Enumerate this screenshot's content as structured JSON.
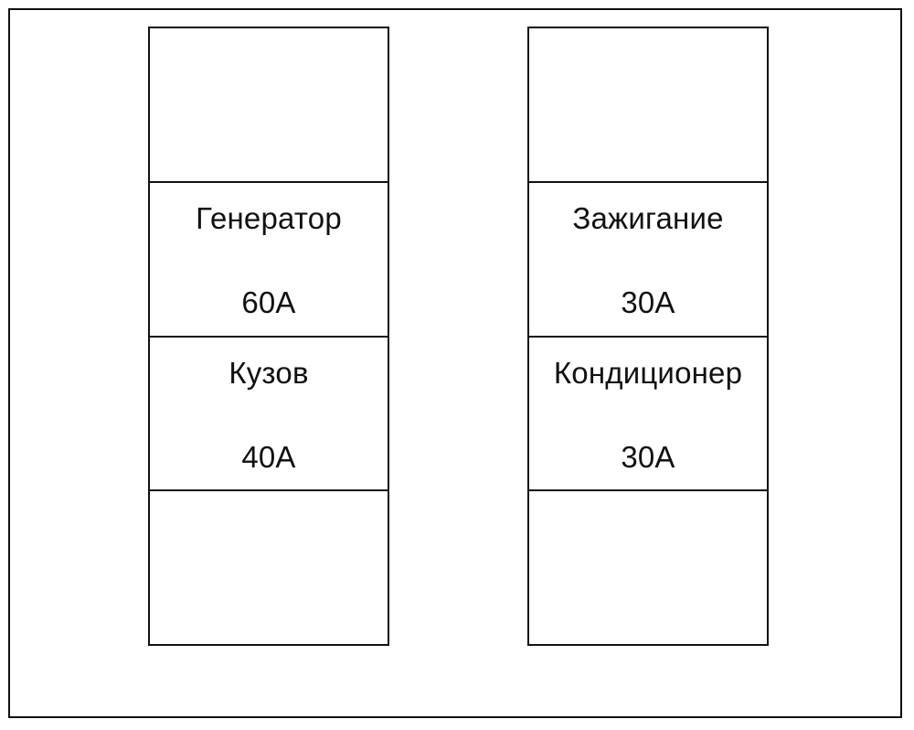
{
  "fuse_box": {
    "left_column": {
      "fuses": [
        {
          "name": "",
          "rating": ""
        },
        {
          "name": "Генератор",
          "rating": "60A"
        },
        {
          "name": "Кузов",
          "rating": "40A"
        },
        {
          "name": "",
          "rating": ""
        }
      ]
    },
    "right_column": {
      "fuses": [
        {
          "name": "",
          "rating": ""
        },
        {
          "name": "Зажигание",
          "rating": "30A"
        },
        {
          "name": "Кондиционер",
          "rating": "30A"
        },
        {
          "name": "",
          "rating": ""
        }
      ]
    }
  }
}
